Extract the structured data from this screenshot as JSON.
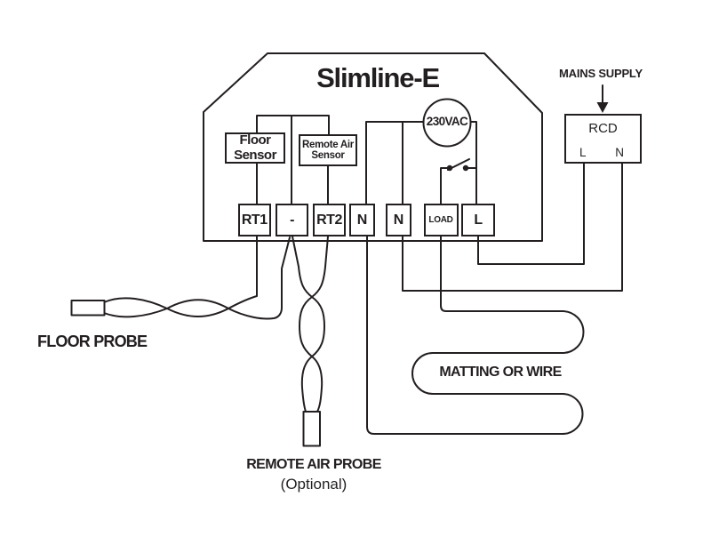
{
  "diagram": {
    "title": "Slimline-E",
    "device": {
      "floor_sensor": "Floor Sensor",
      "remote_air_sensor": "Remote Air Sensor",
      "voltage": "230VAC",
      "terminals": [
        "RT1",
        "-",
        "RT2",
        "N",
        "N",
        "LOAD",
        "L"
      ]
    },
    "mains": {
      "label": "MAINS SUPPLY",
      "rcd": "RCD",
      "live": "L",
      "neutral": "N"
    },
    "annotations": {
      "floor_probe": "FLOOR PROBE",
      "matting": "MATTING OR WIRE",
      "remote_air_probe": "REMOTE AIR PROBE",
      "optional": "(Optional)"
    },
    "colors": {
      "line": "#231f20",
      "background": "#ffffff"
    }
  }
}
